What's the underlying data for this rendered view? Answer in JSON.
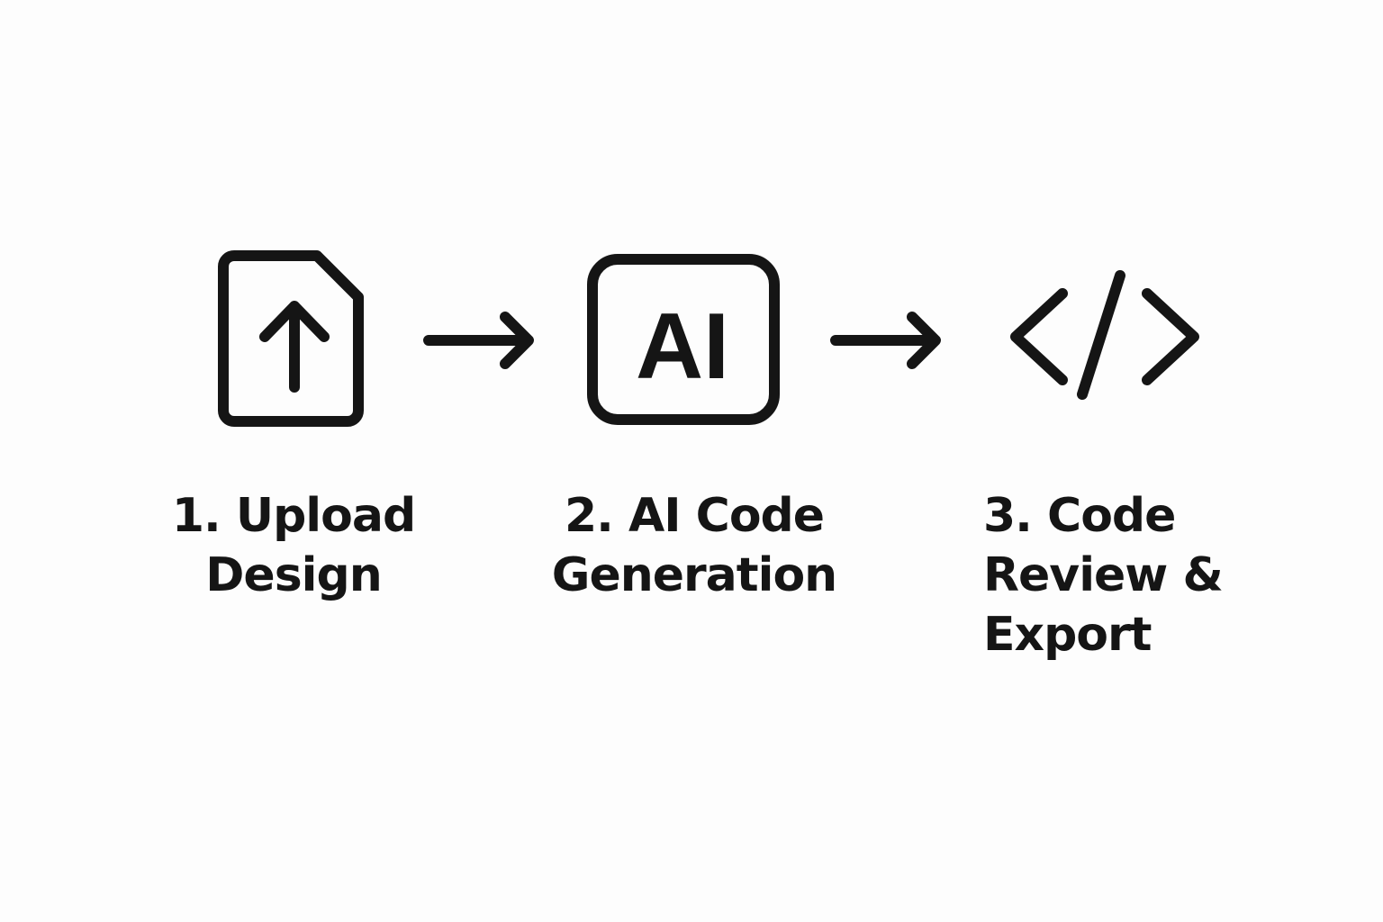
{
  "diagram": {
    "colors": {
      "background": "#fdfdfd",
      "ink": "#151515"
    },
    "steps": [
      {
        "icon": "upload-file-icon",
        "label_lines": [
          "1. Upload",
          "Design"
        ]
      },
      {
        "icon": "ai-badge-icon",
        "icon_text": "AI",
        "label_lines": [
          "2. AI Code",
          "Generation"
        ]
      },
      {
        "icon": "code-brackets-icon",
        "label_lines": [
          "3. Code",
          "Review &",
          "Export"
        ]
      }
    ],
    "connectors": [
      {
        "icon": "arrow-right-icon"
      },
      {
        "icon": "arrow-right-icon"
      }
    ]
  }
}
